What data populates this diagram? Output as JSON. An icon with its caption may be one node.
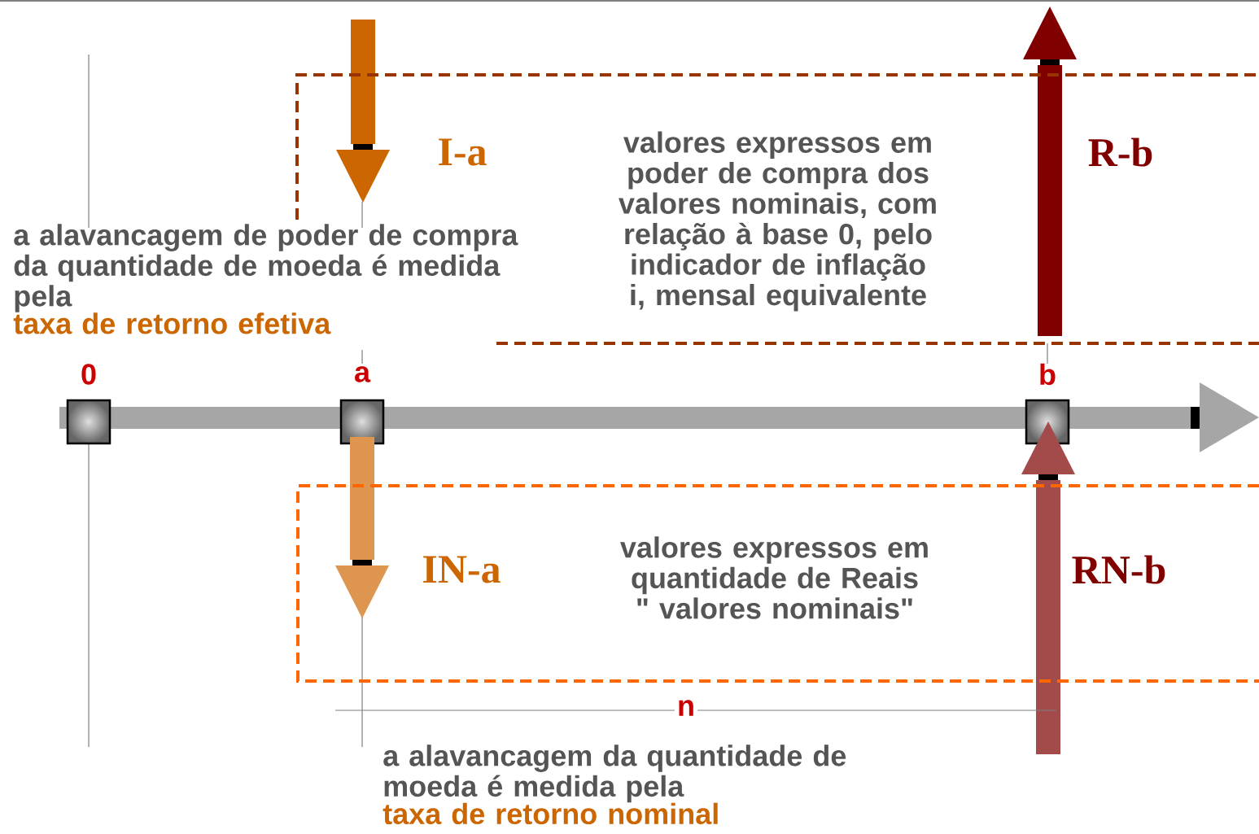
{
  "diagram": {
    "nodes": [
      {
        "text": [
          "valores expressos em poder de compra dos valores nominais, com relação à base 0, pelo indicador de inflação **i**, mensal equivalente"
        ]
      },
      {
        "text": [
          "valores expressos em quantidade de Reais \" valores nominais\""
        ]
      }
    ],
    "labels": [
      "I-a",
      "R-b",
      "a alavancagem de poder de compra da quantidade de moeda é medida pela",
      "taxa de retorno efetiva",
      "0",
      "a",
      "b",
      "IN-a",
      "RN-b",
      "n",
      "a alavancagem da quantidade de moeda é medida pela",
      "taxa de retorno nominal"
    ]
  }
}
